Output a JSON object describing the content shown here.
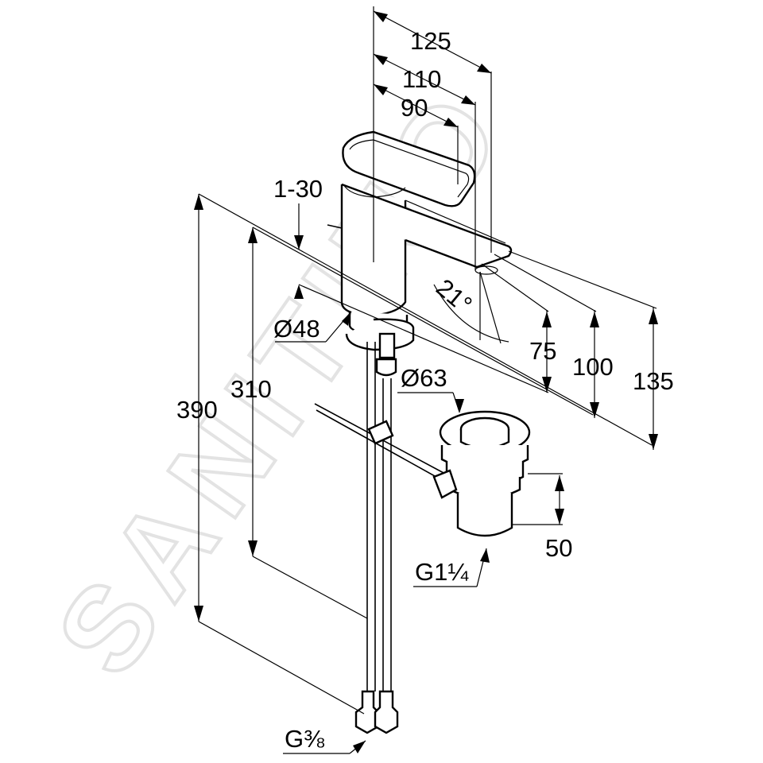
{
  "watermark": "SANITINO",
  "dimensions": {
    "d125": "125",
    "d110": "110",
    "d90": "90",
    "d1_30": "1-30",
    "d21deg": "21°",
    "d48": "Ø48",
    "d75": "75",
    "d100": "100",
    "d135": "135",
    "d63": "Ø63",
    "d390": "390",
    "d310": "310",
    "d50": "50",
    "g114": "G1¼",
    "g38": "G⅜"
  }
}
